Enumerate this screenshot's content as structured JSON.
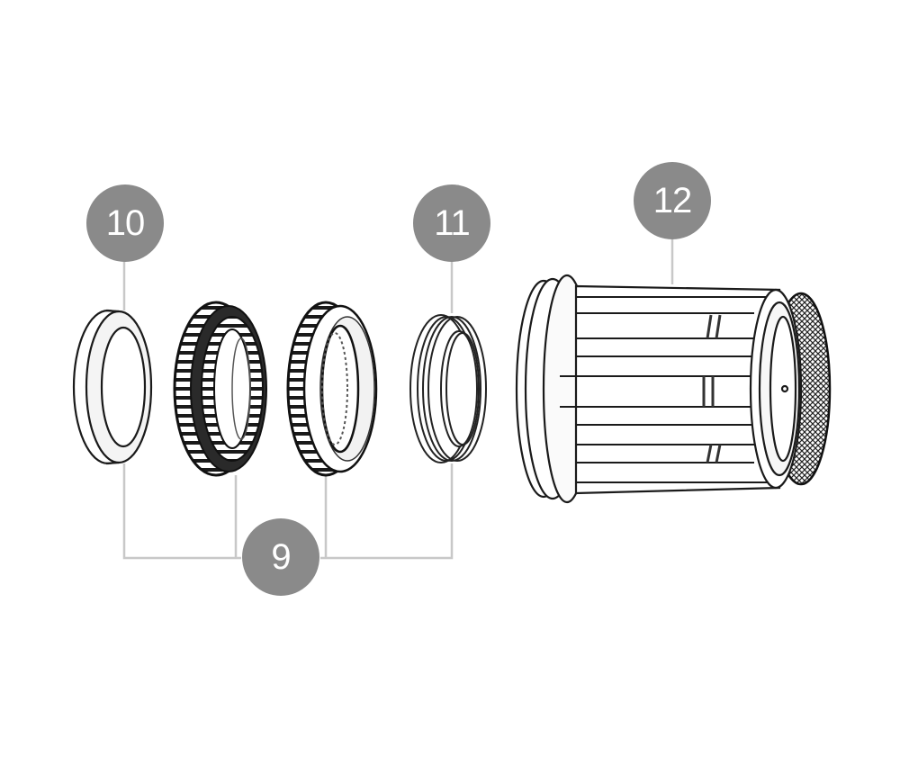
{
  "diagram": {
    "type": "exploded-parts-view",
    "callout_color": "#8a8a8a",
    "leader_color": "#c8c8c8",
    "callouts": [
      {
        "id": "10",
        "label": "10",
        "part": "spacer-ring"
      },
      {
        "id": "9a",
        "label": "9",
        "part": "toothed-ratchet-rings-and-springs"
      },
      {
        "id": "11",
        "label": "11",
        "part": "spring-coil-ring"
      },
      {
        "id": "12",
        "label": "12",
        "part": "freehub-body"
      }
    ],
    "parts": [
      {
        "name": "spacer-ring",
        "callout": "10"
      },
      {
        "name": "star-ratchet-left",
        "callout": "9"
      },
      {
        "name": "star-ratchet-right",
        "callout": "9"
      },
      {
        "name": "spring-ring",
        "callout": "11"
      },
      {
        "name": "freehub-body",
        "callout": "12"
      }
    ],
    "groups": [
      {
        "label": "9",
        "members": [
          "10",
          "star-ratchet-left",
          "star-ratchet-right",
          "11"
        ]
      }
    ]
  }
}
